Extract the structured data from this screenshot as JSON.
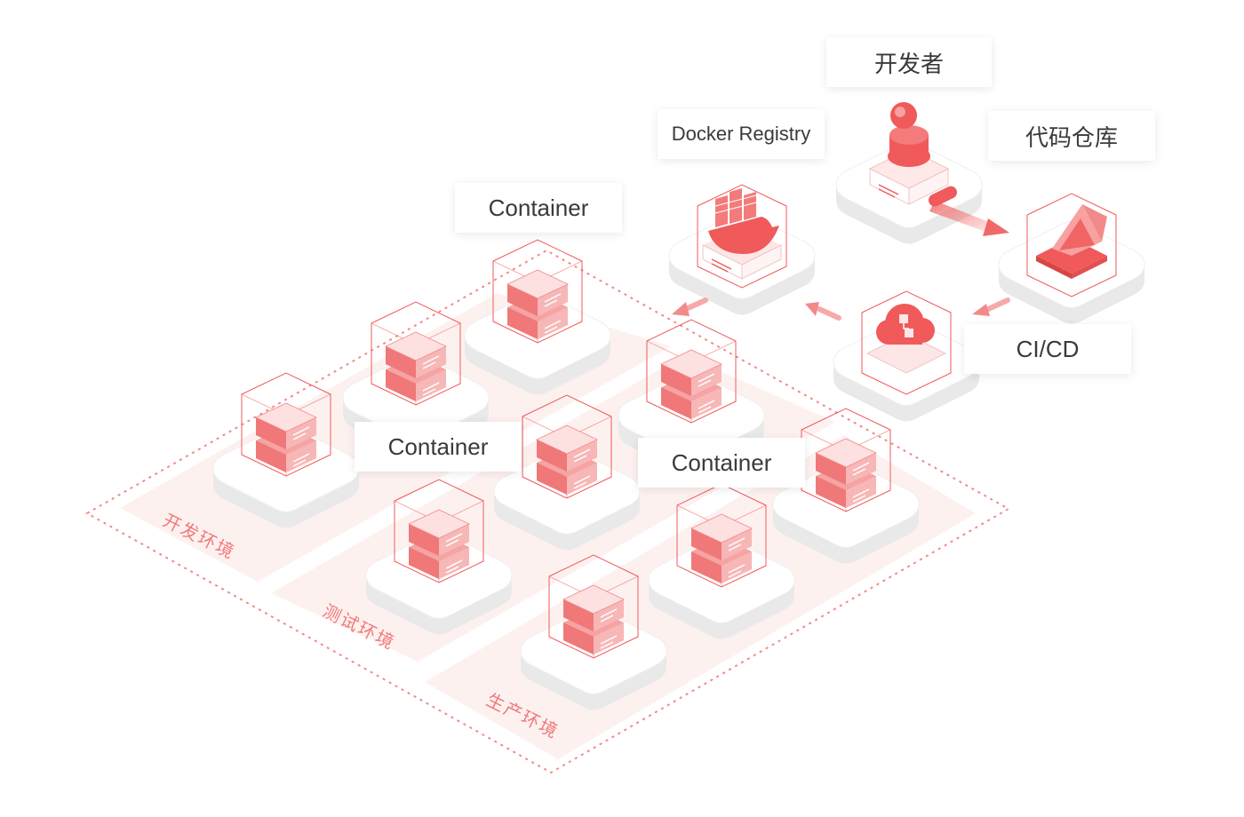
{
  "nodes": {
    "developer": "开发者",
    "code_repo": "代码仓库",
    "docker_registry": "Docker Registry",
    "cicd": "CI/CD"
  },
  "container_labels": [
    "Container",
    "Container",
    "Container"
  ],
  "environments": {
    "dev": "开发环境",
    "test": "测试环境",
    "prod": "生产环境"
  },
  "colors": {
    "accent": "#f05a5a",
    "accent_light": "#fbd9d9",
    "zone_fill": "#fdf1f0",
    "platform_top": "#ffffff",
    "platform_side": "#ececec"
  },
  "icons": {
    "developer": "developer-user-icon",
    "code_repo": "git-repository-icon",
    "docker_registry": "docker-whale-icon",
    "cicd": "cloud-pipeline-icon",
    "container": "container-server-icon"
  }
}
